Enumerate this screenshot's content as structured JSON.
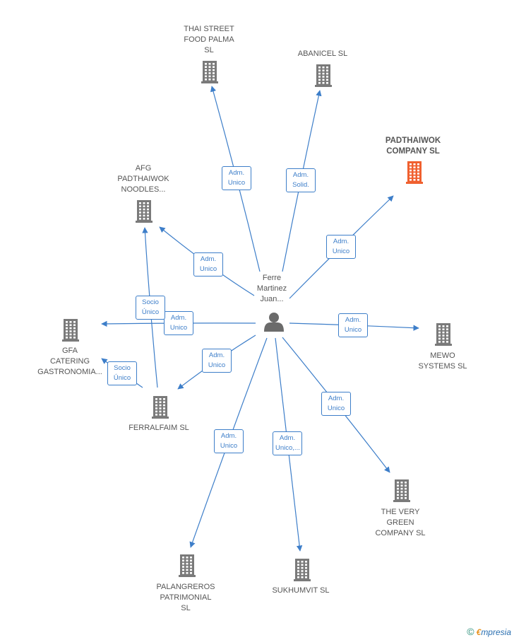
{
  "center": {
    "lines": [
      "Ferre",
      "Martinez",
      "Juan..."
    ]
  },
  "nodes": [
    {
      "id": "thai",
      "lines": [
        "THAI STREET",
        "FOOD PALMA",
        "SL"
      ],
      "highlight": false
    },
    {
      "id": "abanicel",
      "lines": [
        "ABANICEL  SL"
      ],
      "highlight": false
    },
    {
      "id": "padthaiwok",
      "lines": [
        "PADTHAIWOK",
        "COMPANY  SL"
      ],
      "highlight": true
    },
    {
      "id": "afg",
      "lines": [
        "AFG",
        "PADTHAIWOK",
        "NOODLES..."
      ],
      "highlight": false
    },
    {
      "id": "gfa",
      "lines": [
        "GFA",
        "CATERING",
        "GASTRONOMIA..."
      ],
      "highlight": false
    },
    {
      "id": "mewo",
      "lines": [
        "MEWO",
        "SYSTEMS  SL"
      ],
      "highlight": false
    },
    {
      "id": "ferralfaim",
      "lines": [
        "FERRALFAIM SL"
      ],
      "highlight": false
    },
    {
      "id": "green",
      "lines": [
        "THE VERY",
        "GREEN",
        "COMPANY  SL"
      ],
      "highlight": false
    },
    {
      "id": "palangreros",
      "lines": [
        "PALANGREROS",
        "PATRIMONIAL",
        "SL"
      ],
      "highlight": false
    },
    {
      "id": "sukhumvit",
      "lines": [
        "SUKHUMVIT  SL"
      ],
      "highlight": false
    }
  ],
  "edges": [
    {
      "from": "center",
      "to": "thai",
      "lines": [
        "Adm.",
        "Unico"
      ]
    },
    {
      "from": "center",
      "to": "abanicel",
      "lines": [
        "Adm.",
        "Solid."
      ]
    },
    {
      "from": "center",
      "to": "padthaiwok",
      "lines": [
        "Adm.",
        "Unico"
      ]
    },
    {
      "from": "center",
      "to": "afg",
      "lines": [
        "Adm.",
        "Unico"
      ]
    },
    {
      "from": "center",
      "to": "gfa",
      "lines": [
        "Adm.",
        "Unico"
      ]
    },
    {
      "from": "center",
      "to": "mewo",
      "lines": [
        "Adm.",
        "Unico"
      ]
    },
    {
      "from": "center",
      "to": "ferralfaim",
      "lines": [
        "Adm.",
        "Unico"
      ]
    },
    {
      "from": "center",
      "to": "green",
      "lines": [
        "Adm.",
        "Unico"
      ]
    },
    {
      "from": "center",
      "to": "palangreros",
      "lines": [
        "Adm.",
        "Unico"
      ]
    },
    {
      "from": "center",
      "to": "sukhumvit",
      "lines": [
        "Adm.",
        "Unico,..."
      ]
    },
    {
      "from": "ferralfaim",
      "to": "afg",
      "lines": [
        "Socio",
        "Único"
      ]
    },
    {
      "from": "ferralfaim",
      "to": "gfa",
      "lines": [
        "Socio",
        "Único"
      ]
    }
  ],
  "colors": {
    "edge": "#3d7ec9",
    "building": "#7a7a7a",
    "highlight": "#f0602f",
    "person": "#6b6b6b"
  },
  "icons": {
    "company": "building-icon",
    "person": "person-icon"
  },
  "footer": {
    "copyright": "©",
    "brand_first": "€",
    "brand_rest": "mpresia"
  }
}
